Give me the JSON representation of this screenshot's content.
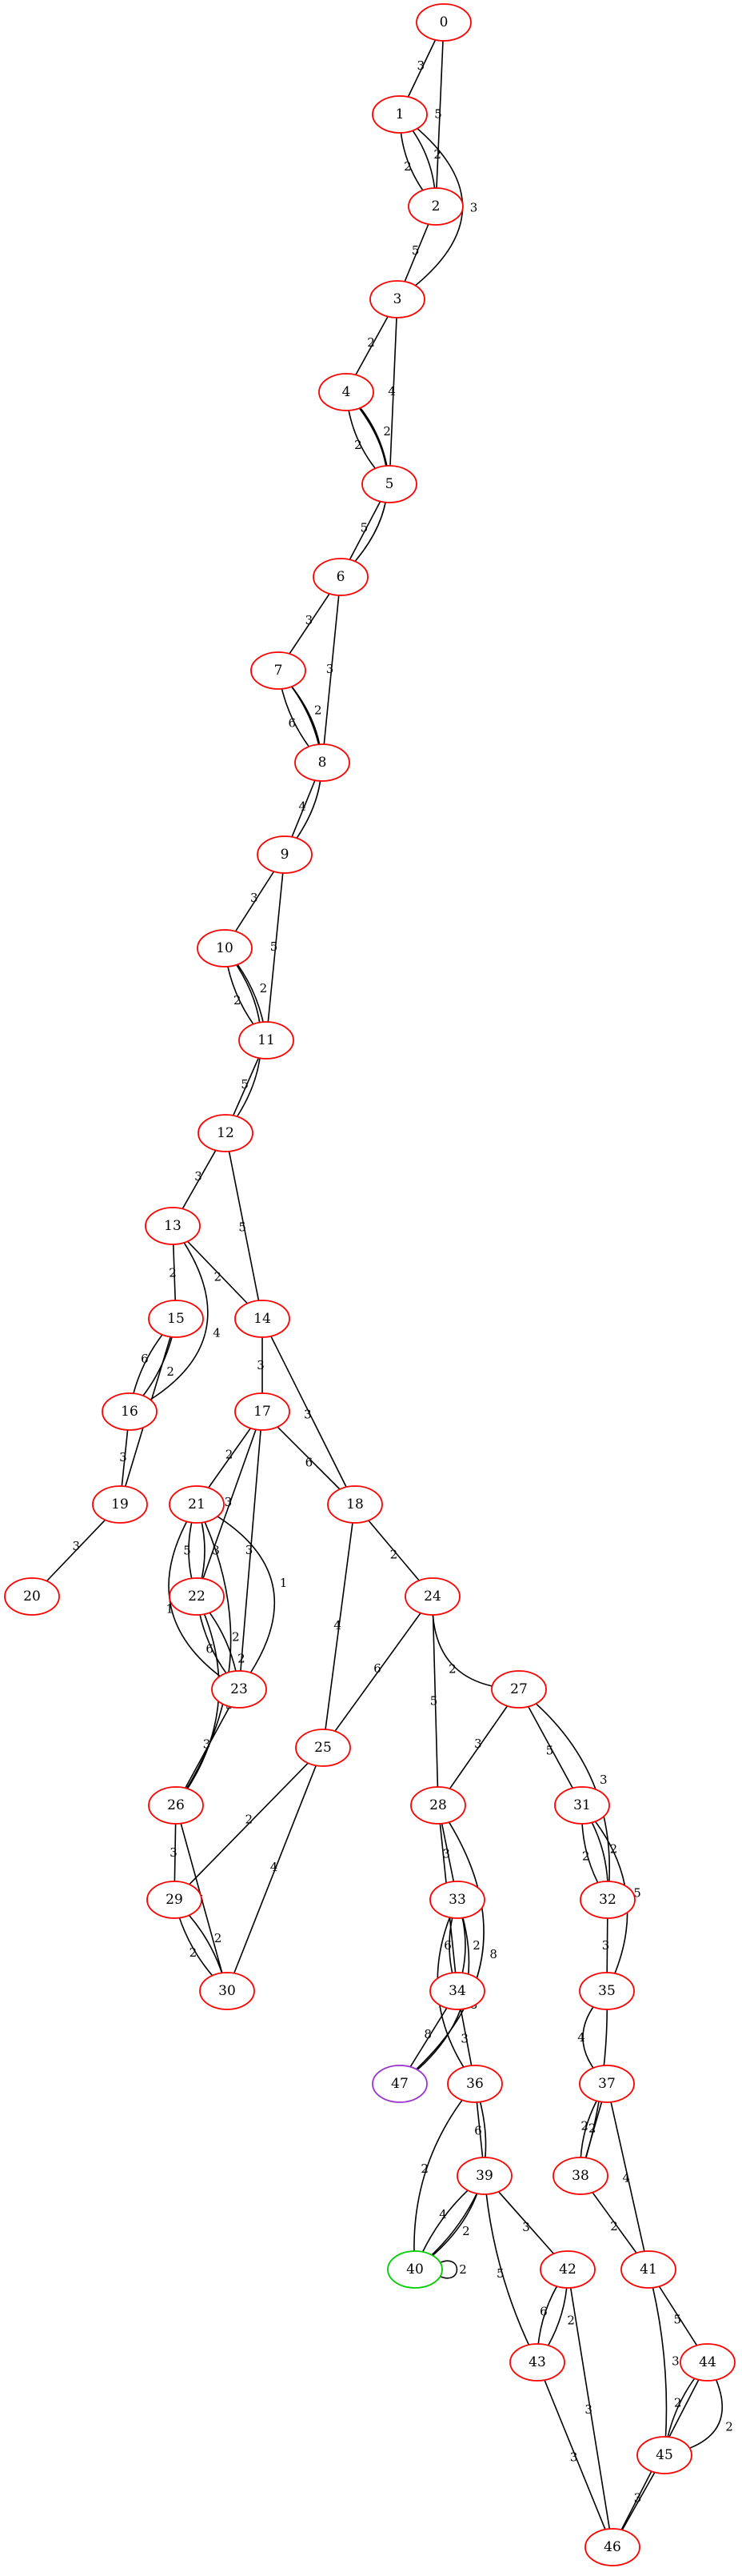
{
  "graph": {
    "node_color_default": "#ff0000",
    "nodes": [
      {
        "id": "0",
        "label": "0"
      },
      {
        "id": "1",
        "label": "1"
      },
      {
        "id": "2",
        "label": "2"
      },
      {
        "id": "3",
        "label": "3"
      },
      {
        "id": "4",
        "label": "4"
      },
      {
        "id": "5",
        "label": "5"
      },
      {
        "id": "6",
        "label": "6"
      },
      {
        "id": "7",
        "label": "7"
      },
      {
        "id": "8",
        "label": "8"
      },
      {
        "id": "9",
        "label": "9"
      },
      {
        "id": "10",
        "label": "10"
      },
      {
        "id": "11",
        "label": "11"
      },
      {
        "id": "12",
        "label": "12"
      },
      {
        "id": "13",
        "label": "13"
      },
      {
        "id": "14",
        "label": "14"
      },
      {
        "id": "15",
        "label": "15"
      },
      {
        "id": "16",
        "label": "16"
      },
      {
        "id": "17",
        "label": "17"
      },
      {
        "id": "18",
        "label": "18"
      },
      {
        "id": "19",
        "label": "19"
      },
      {
        "id": "20",
        "label": "20"
      },
      {
        "id": "21",
        "label": "21"
      },
      {
        "id": "22",
        "label": "22"
      },
      {
        "id": "23",
        "label": "23"
      },
      {
        "id": "24",
        "label": "24"
      },
      {
        "id": "25",
        "label": "25"
      },
      {
        "id": "26",
        "label": "26"
      },
      {
        "id": "27",
        "label": "27"
      },
      {
        "id": "28",
        "label": "28"
      },
      {
        "id": "29",
        "label": "29"
      },
      {
        "id": "30",
        "label": "30"
      },
      {
        "id": "31",
        "label": "31"
      },
      {
        "id": "32",
        "label": "32"
      },
      {
        "id": "33",
        "label": "33"
      },
      {
        "id": "34",
        "label": "34"
      },
      {
        "id": "35",
        "label": "35"
      },
      {
        "id": "36",
        "label": "36"
      },
      {
        "id": "37",
        "label": "37"
      },
      {
        "id": "38",
        "label": "38"
      },
      {
        "id": "39",
        "label": "39"
      },
      {
        "id": "40",
        "label": "40",
        "color": "#00cc00"
      },
      {
        "id": "41",
        "label": "41"
      },
      {
        "id": "42",
        "label": "42"
      },
      {
        "id": "43",
        "label": "43"
      },
      {
        "id": "44",
        "label": "44"
      },
      {
        "id": "45",
        "label": "45"
      },
      {
        "id": "46",
        "label": "46"
      },
      {
        "id": "47",
        "label": "47",
        "color": "#9933cc"
      }
    ],
    "edges": [
      {
        "source": "0",
        "target": "1",
        "weight": "3"
      },
      {
        "source": "0",
        "target": "2",
        "weight": "5"
      },
      {
        "source": "1",
        "target": "2",
        "weight": "2"
      },
      {
        "source": "1",
        "target": "2",
        "weight": "2"
      },
      {
        "source": "1",
        "target": "3",
        "weight": "3"
      },
      {
        "source": "2",
        "target": "3",
        "weight": "5"
      },
      {
        "source": "3",
        "target": "4",
        "weight": "2"
      },
      {
        "source": "3",
        "target": "5",
        "weight": "4"
      },
      {
        "source": "4",
        "target": "5",
        "weight": "2"
      },
      {
        "source": "4",
        "target": "5",
        "weight": "2"
      },
      {
        "source": "4",
        "target": "6",
        "weight": "3"
      },
      {
        "source": "5",
        "target": "6",
        "weight": "5"
      },
      {
        "source": "6",
        "target": "7",
        "weight": "3"
      },
      {
        "source": "6",
        "target": "8",
        "weight": "3"
      },
      {
        "source": "7",
        "target": "8",
        "weight": "2"
      },
      {
        "source": "7",
        "target": "8",
        "weight": "6"
      },
      {
        "source": "7",
        "target": "9",
        "weight": "2"
      },
      {
        "source": "8",
        "target": "9",
        "weight": "4"
      },
      {
        "source": "9",
        "target": "10",
        "weight": "3"
      },
      {
        "source": "9",
        "target": "11",
        "weight": "5"
      },
      {
        "source": "10",
        "target": "11",
        "weight": "2"
      },
      {
        "source": "10",
        "target": "11",
        "weight": "2"
      },
      {
        "source": "10",
        "target": "12",
        "weight": "3"
      },
      {
        "source": "11",
        "target": "12",
        "weight": "5"
      },
      {
        "source": "12",
        "target": "13",
        "weight": "3"
      },
      {
        "source": "12",
        "target": "14",
        "weight": "5"
      },
      {
        "source": "13",
        "target": "14",
        "weight": "2"
      },
      {
        "source": "13",
        "target": "15",
        "weight": "2"
      },
      {
        "source": "13",
        "target": "16",
        "weight": "4"
      },
      {
        "source": "15",
        "target": "16",
        "weight": "2"
      },
      {
        "source": "15",
        "target": "16",
        "weight": "6"
      },
      {
        "source": "15",
        "target": "19",
        "weight": "3"
      },
      {
        "source": "16",
        "target": "19",
        "weight": "3"
      },
      {
        "source": "19",
        "target": "20",
        "weight": "3"
      },
      {
        "source": "14",
        "target": "17",
        "weight": "3"
      },
      {
        "source": "14",
        "target": "18",
        "weight": "3"
      },
      {
        "source": "17",
        "target": "18",
        "weight": "6"
      },
      {
        "source": "17",
        "target": "21",
        "weight": "2"
      },
      {
        "source": "17",
        "target": "22",
        "weight": "3"
      },
      {
        "source": "17",
        "target": "23",
        "weight": "3"
      },
      {
        "source": "21",
        "target": "22",
        "weight": "3"
      },
      {
        "source": "21",
        "target": "22",
        "weight": "5"
      },
      {
        "source": "21",
        "target": "23",
        "weight": "1"
      },
      {
        "source": "21",
        "target": "23",
        "weight": "1"
      },
      {
        "source": "21",
        "target": "26",
        "weight": "2"
      },
      {
        "source": "22",
        "target": "23",
        "weight": "2"
      },
      {
        "source": "22",
        "target": "23",
        "weight": "6"
      },
      {
        "source": "22",
        "target": "26",
        "weight": "5"
      },
      {
        "source": "23",
        "target": "26",
        "weight": "3"
      },
      {
        "source": "18",
        "target": "24",
        "weight": "2"
      },
      {
        "source": "18",
        "target": "25",
        "weight": "4"
      },
      {
        "source": "24",
        "target": "25",
        "weight": "6"
      },
      {
        "source": "24",
        "target": "27",
        "weight": "2"
      },
      {
        "source": "24",
        "target": "28",
        "weight": "5"
      },
      {
        "source": "25",
        "target": "29",
        "weight": "2"
      },
      {
        "source": "25",
        "target": "30",
        "weight": "4"
      },
      {
        "source": "26",
        "target": "29",
        "weight": "3"
      },
      {
        "source": "26",
        "target": "30",
        "weight": "5"
      },
      {
        "source": "29",
        "target": "30",
        "weight": "2"
      },
      {
        "source": "29",
        "target": "30",
        "weight": "2"
      },
      {
        "source": "27",
        "target": "28",
        "weight": "3"
      },
      {
        "source": "27",
        "target": "31",
        "weight": "5"
      },
      {
        "source": "27",
        "target": "32",
        "weight": "3"
      },
      {
        "source": "31",
        "target": "32",
        "weight": "2"
      },
      {
        "source": "31",
        "target": "32",
        "weight": "2"
      },
      {
        "source": "31",
        "target": "35",
        "weight": "5"
      },
      {
        "source": "32",
        "target": "35",
        "weight": "3"
      },
      {
        "source": "28",
        "target": "33",
        "weight": "3"
      },
      {
        "source": "28",
        "target": "34",
        "weight": "5"
      },
      {
        "source": "28",
        "target": "47",
        "weight": "8"
      },
      {
        "source": "33",
        "target": "34",
        "weight": "2"
      },
      {
        "source": "33",
        "target": "34",
        "weight": "6"
      },
      {
        "source": "33",
        "target": "36",
        "weight": "3"
      },
      {
        "source": "33",
        "target": "47",
        "weight": "8"
      },
      {
        "source": "34",
        "target": "36",
        "weight": "3"
      },
      {
        "source": "34",
        "target": "47",
        "weight": "8"
      },
      {
        "source": "35",
        "target": "37",
        "weight": "4"
      },
      {
        "source": "35",
        "target": "38",
        "weight": "2"
      },
      {
        "source": "37",
        "target": "38",
        "weight": "2"
      },
      {
        "source": "37",
        "target": "38",
        "weight": "2"
      },
      {
        "source": "37",
        "target": "41",
        "weight": "4"
      },
      {
        "source": "38",
        "target": "41",
        "weight": "2"
      },
      {
        "source": "36",
        "target": "39",
        "weight": "6"
      },
      {
        "source": "36",
        "target": "40",
        "weight": "4"
      },
      {
        "source": "36",
        "target": "40",
        "weight": "2"
      },
      {
        "source": "39",
        "target": "40",
        "weight": "2"
      },
      {
        "source": "39",
        "target": "40",
        "weight": "4"
      },
      {
        "source": "39",
        "target": "42",
        "weight": "3"
      },
      {
        "source": "39",
        "target": "43",
        "weight": "5"
      },
      {
        "source": "40",
        "target": "40",
        "weight": "2"
      },
      {
        "source": "42",
        "target": "43",
        "weight": "2"
      },
      {
        "source": "42",
        "target": "43",
        "weight": "6"
      },
      {
        "source": "42",
        "target": "46",
        "weight": "3"
      },
      {
        "source": "43",
        "target": "46",
        "weight": "3"
      },
      {
        "source": "41",
        "target": "44",
        "weight": "5"
      },
      {
        "source": "41",
        "target": "45",
        "weight": "3"
      },
      {
        "source": "44",
        "target": "45",
        "weight": "2"
      },
      {
        "source": "44",
        "target": "45",
        "weight": "2"
      },
      {
        "source": "44",
        "target": "46",
        "weight": "5"
      },
      {
        "source": "45",
        "target": "46",
        "weight": "3"
      }
    ]
  }
}
